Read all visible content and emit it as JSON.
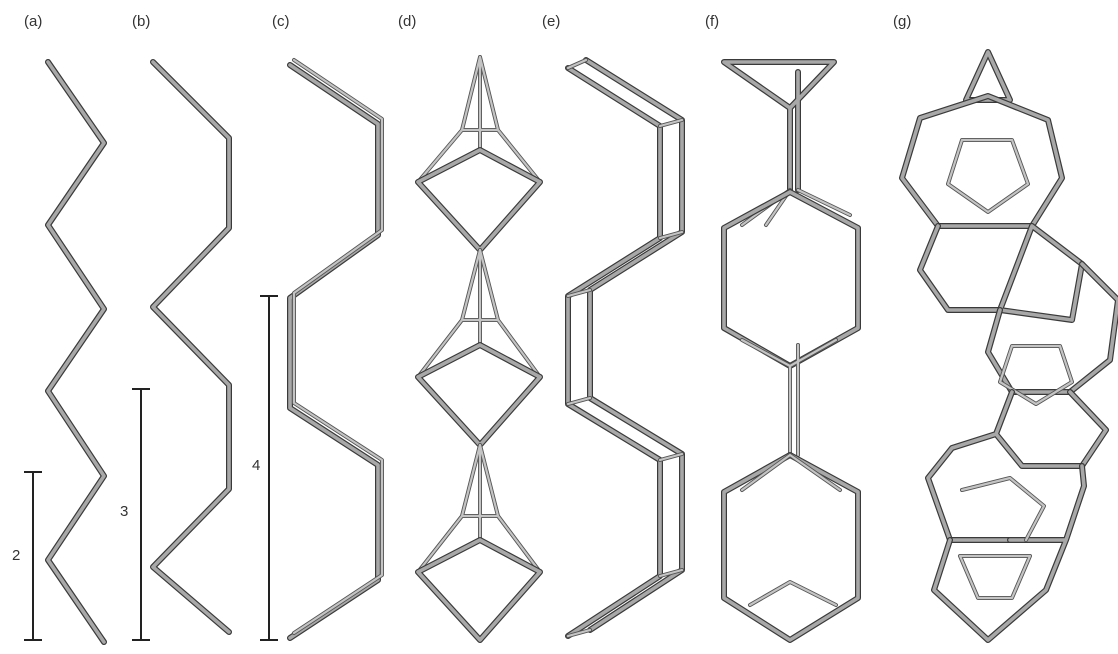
{
  "panels": [
    {
      "id": "a",
      "label": "(a)"
    },
    {
      "id": "b",
      "label": "(b)"
    },
    {
      "id": "c",
      "label": "(c)"
    },
    {
      "id": "d",
      "label": "(d)"
    },
    {
      "id": "e",
      "label": "(e)"
    },
    {
      "id": "f",
      "label": "(f)"
    },
    {
      "id": "g",
      "label": "(g)"
    }
  ],
  "scale_bars": [
    {
      "panel": "a",
      "label": "2"
    },
    {
      "panel": "b",
      "label": "3"
    },
    {
      "panel": "c",
      "label": "4"
    }
  ],
  "colors": {
    "bond_edge": "#3a3a3a",
    "bond_fill": "#a8a8a8",
    "background": "#ffffff"
  }
}
